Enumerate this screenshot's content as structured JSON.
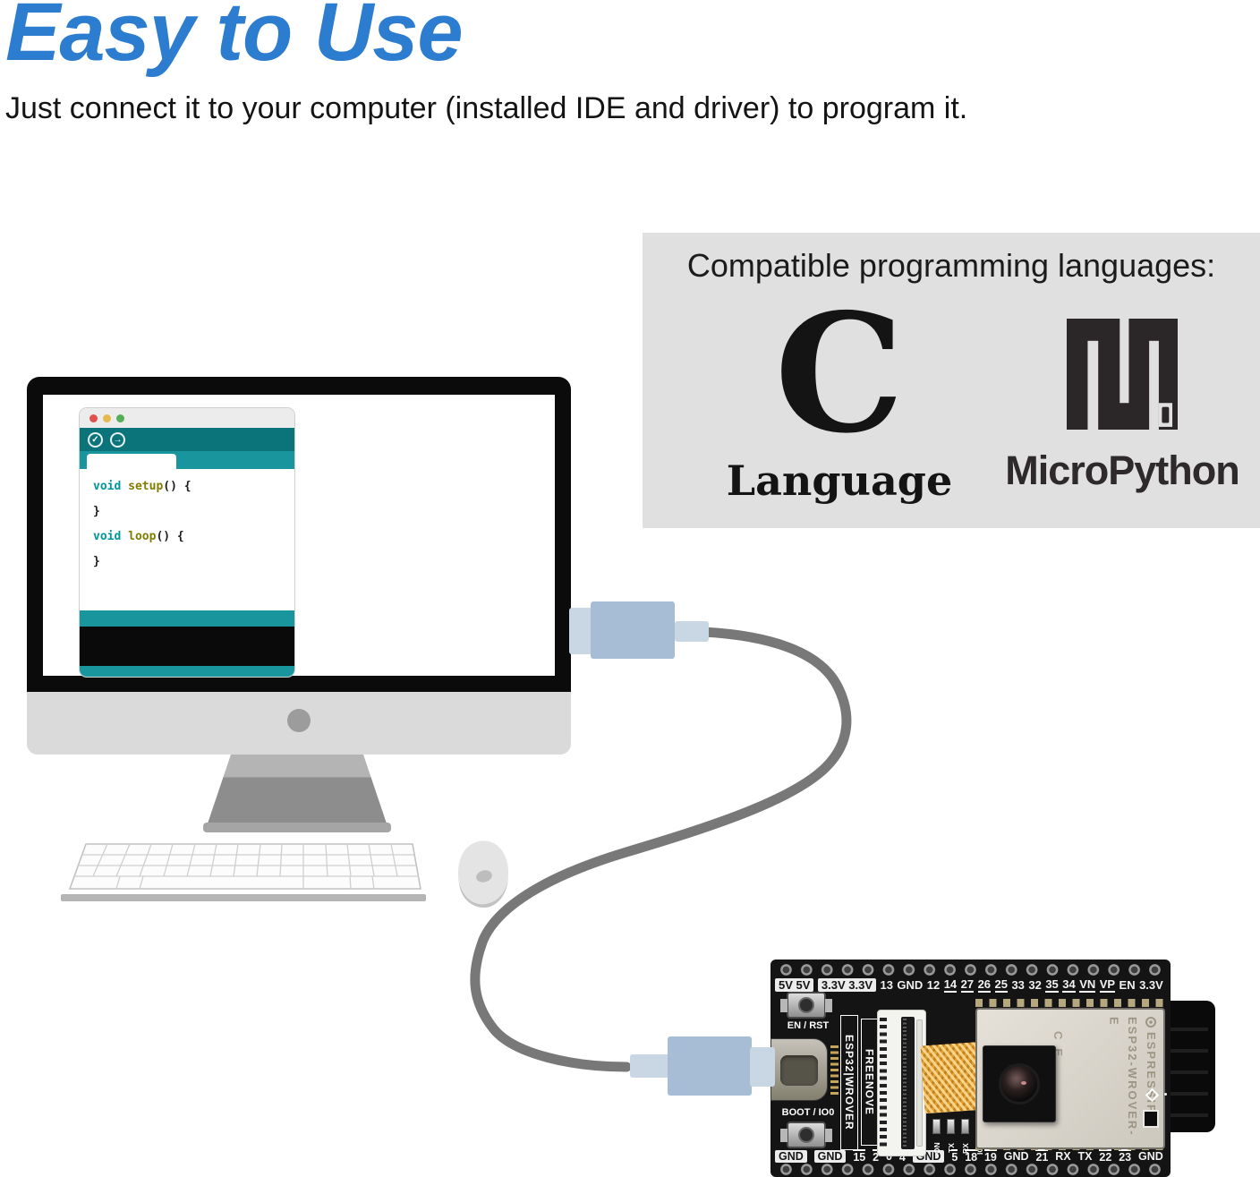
{
  "title": "Easy to Use",
  "subtitle": "Just connect it to your computer (installed IDE and driver) to program it.",
  "languages_panel": {
    "heading": "Compatible programming languages:",
    "c": {
      "glyph": "C",
      "label": "Language"
    },
    "micropython": {
      "label": "MicroPython"
    }
  },
  "ide": {
    "verify_icon": "✓",
    "upload_icon": "→",
    "code": {
      "l1_kw": "void",
      "l1_fn": " setup",
      "l1_rest": "() {",
      "l2": "}",
      "l3_kw": "void",
      "l3_fn": " loop",
      "l3_rest": "() {",
      "l4": "}"
    }
  },
  "board": {
    "top_labels": [
      "5V 5V",
      "3.3V 3.3V",
      "13",
      "GND",
      "12",
      "14",
      "27",
      "26",
      "25",
      "33",
      "32",
      "35",
      "34",
      "VN",
      "VP",
      "EN",
      "3.3V"
    ],
    "bottom_labels": [
      "GND",
      "GND",
      "15",
      "2",
      "0",
      "4",
      "GND",
      "5",
      "18",
      "19",
      "GND",
      "21",
      "RX",
      "TX",
      "22",
      "23",
      "GND"
    ],
    "reset_button_label": "EN / RST",
    "boot_button_label": "BOOT / IO0",
    "silk_vertical_1": "ESP32|WROVER",
    "silk_vertical_2": "FREENOVE",
    "led_labels": [
      "ON",
      "TX",
      "RX",
      "IO2"
    ],
    "module": {
      "brand": "ESPRESSIF",
      "model": "ESP32-WROVER-E",
      "cert": "CE"
    }
  },
  "colors": {
    "title_blue": "#2c7ccf",
    "panel_gray": "#e0e0e0",
    "arduino_teal": "#19969d",
    "keyword_teal": "#00979c",
    "function_olive": "#827b00",
    "usb_plug_blue": "#a7bdd5",
    "cable_gray": "#787878",
    "pcb_black": "#141414"
  }
}
